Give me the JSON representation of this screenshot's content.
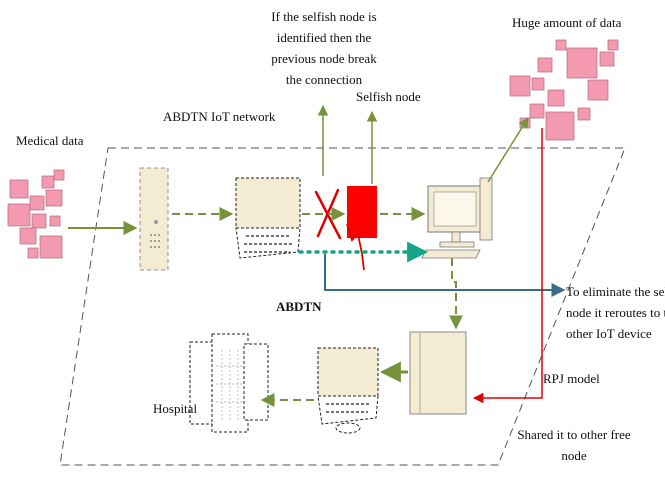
{
  "labels": {
    "medical_data": "Medical data",
    "network": "ABDTN IoT network",
    "selfish_break_note": [
      "If the selfish node is",
      "identified then the",
      "previous node break",
      "the connection"
    ],
    "selfish_node": "Selfish node",
    "huge_data": "Huge amount of data",
    "abdtn": "ABDTN",
    "reroute_note": [
      "To eliminate the selfish",
      "node it reroutes to the",
      "other IoT device"
    ],
    "rpj_model": "RPJ model",
    "hospital": "Hospital",
    "shared_note": [
      "Shared it to other free",
      "node"
    ]
  },
  "colors": {
    "olive": "#76923c",
    "teal": "#17a589",
    "steel_blue": "#3b6a8a",
    "red": "#e00000",
    "pink": "#f49ab0",
    "beige": "#f3ecd2",
    "border": "#555555"
  }
}
